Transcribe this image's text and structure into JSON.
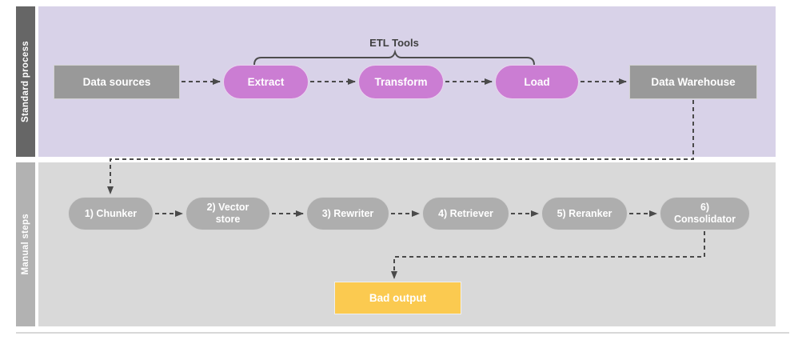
{
  "diagram": {
    "lanes": {
      "standard": {
        "label": "Standard process"
      },
      "manual": {
        "label": "Manual steps"
      }
    },
    "brace_label": "ETL Tools",
    "nodes": {
      "data_sources": "Data sources",
      "extract": "Extract",
      "transform": "Transform",
      "load": "Load",
      "data_warehouse": "Data Warehouse",
      "chunker": "1) Chunker",
      "vector_store": "2) Vector store",
      "rewriter": "3) Rewriter",
      "retriever": "4) Retriever",
      "reranker": "5) Reranker",
      "consolidator": "6) Consolidator",
      "bad_output": "Bad output"
    },
    "colors": {
      "lane_standard_bg": "#d8d2e8",
      "lane_standard_bar": "#666666",
      "lane_manual_bg": "#d9d9d9",
      "lane_manual_bar": "#b2b2b2",
      "etl_pill": "#cb7dd3",
      "process_box": "#999999",
      "manual_pill": "#aeaeae",
      "bad_output_box": "#fbca50",
      "connector": "#4a4a4a"
    }
  }
}
